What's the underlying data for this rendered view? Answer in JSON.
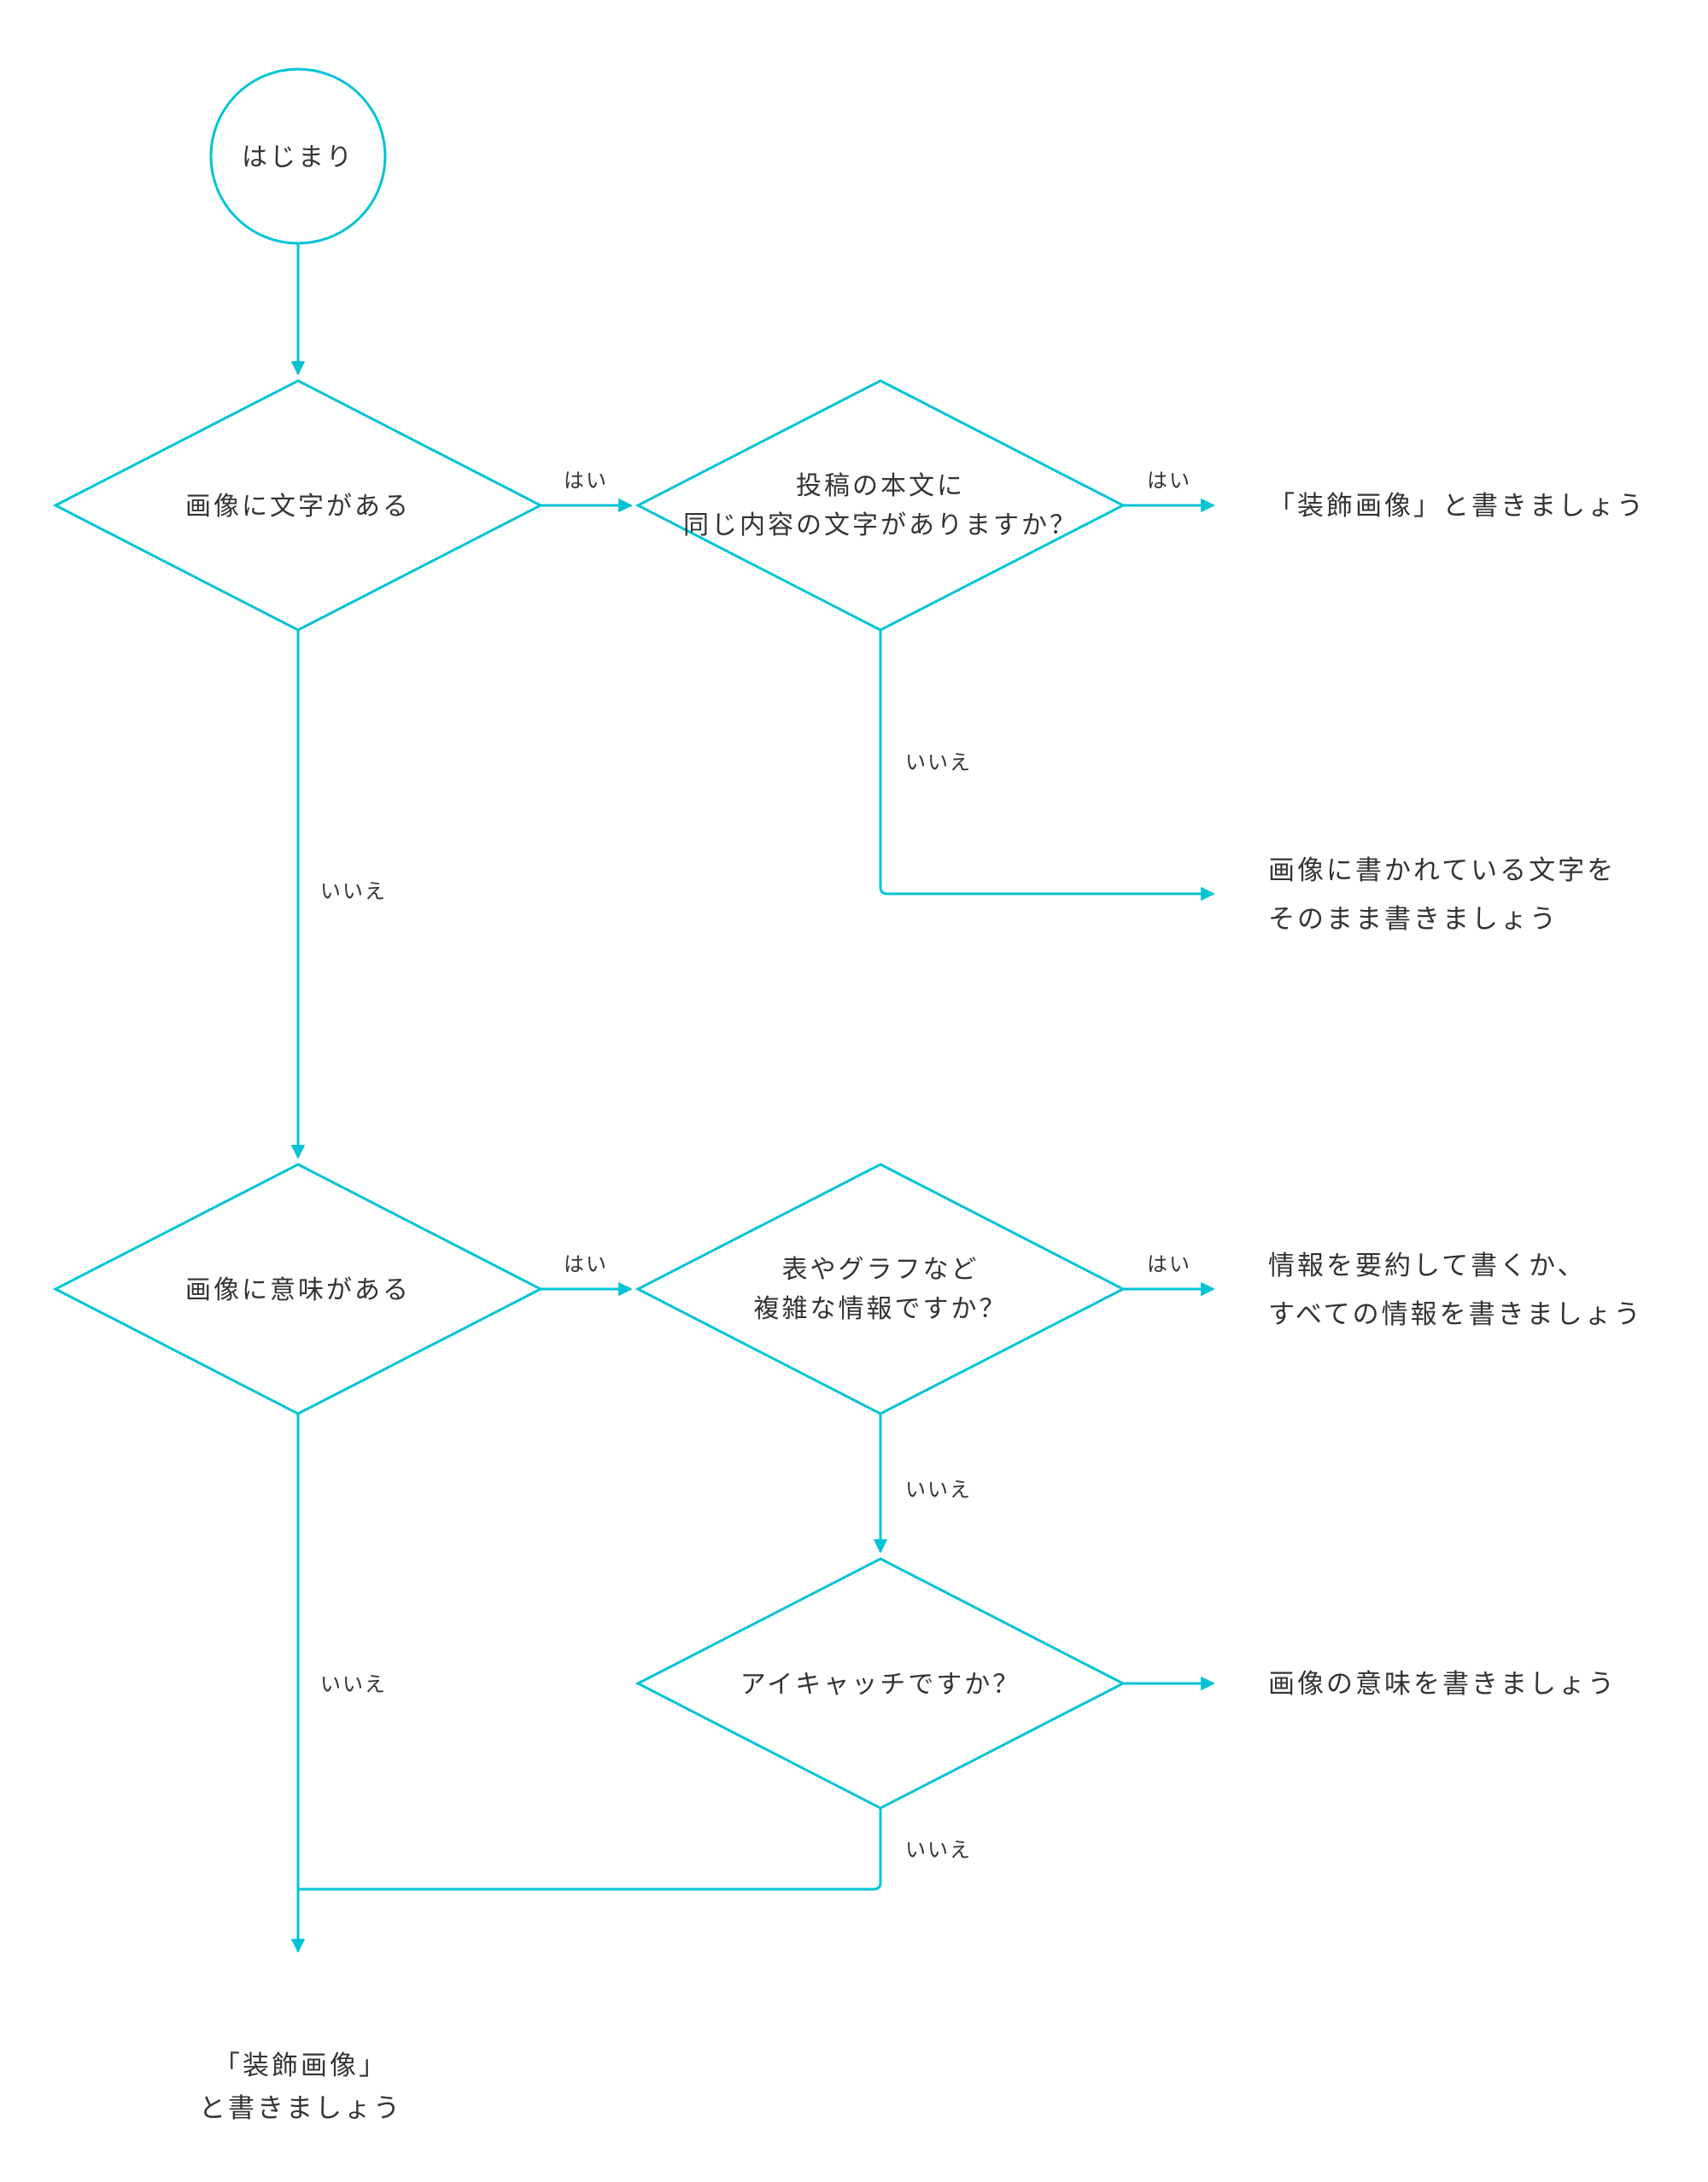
{
  "diagram": {
    "accent_color": "#00c3d6",
    "text_color": "#333333",
    "start": {
      "label": "はじまり"
    },
    "decisions": {
      "image_has_text": {
        "label": "画像に文字がある"
      },
      "body_has_same_text": {
        "line1": "投稿の本文に",
        "line2": "同じ内容の文字がありますか？"
      },
      "image_has_meaning": {
        "label": "画像に意味がある"
      },
      "complex_info": {
        "line1": "表やグラフなど",
        "line2": "複雑な情報ですか？"
      },
      "eyecatch": {
        "label": "アイキャッチですか？"
      }
    },
    "results": {
      "decorative": {
        "label": "「装飾画像」と書きましょう"
      },
      "write_as_is": {
        "line1": "画像に書かれている文字を",
        "line2": "そのまま書きましょう"
      },
      "summarize": {
        "line1": "情報を要約して書くか、",
        "line2": "すべての情報を書きましょう"
      },
      "write_meaning": {
        "label": "画像の意味を書きましょう"
      },
      "decorative_final": {
        "line1": "「装飾画像」",
        "line2": "と書きましょう"
      }
    },
    "edge_labels": {
      "yes": "はい",
      "no": "いいえ"
    }
  }
}
